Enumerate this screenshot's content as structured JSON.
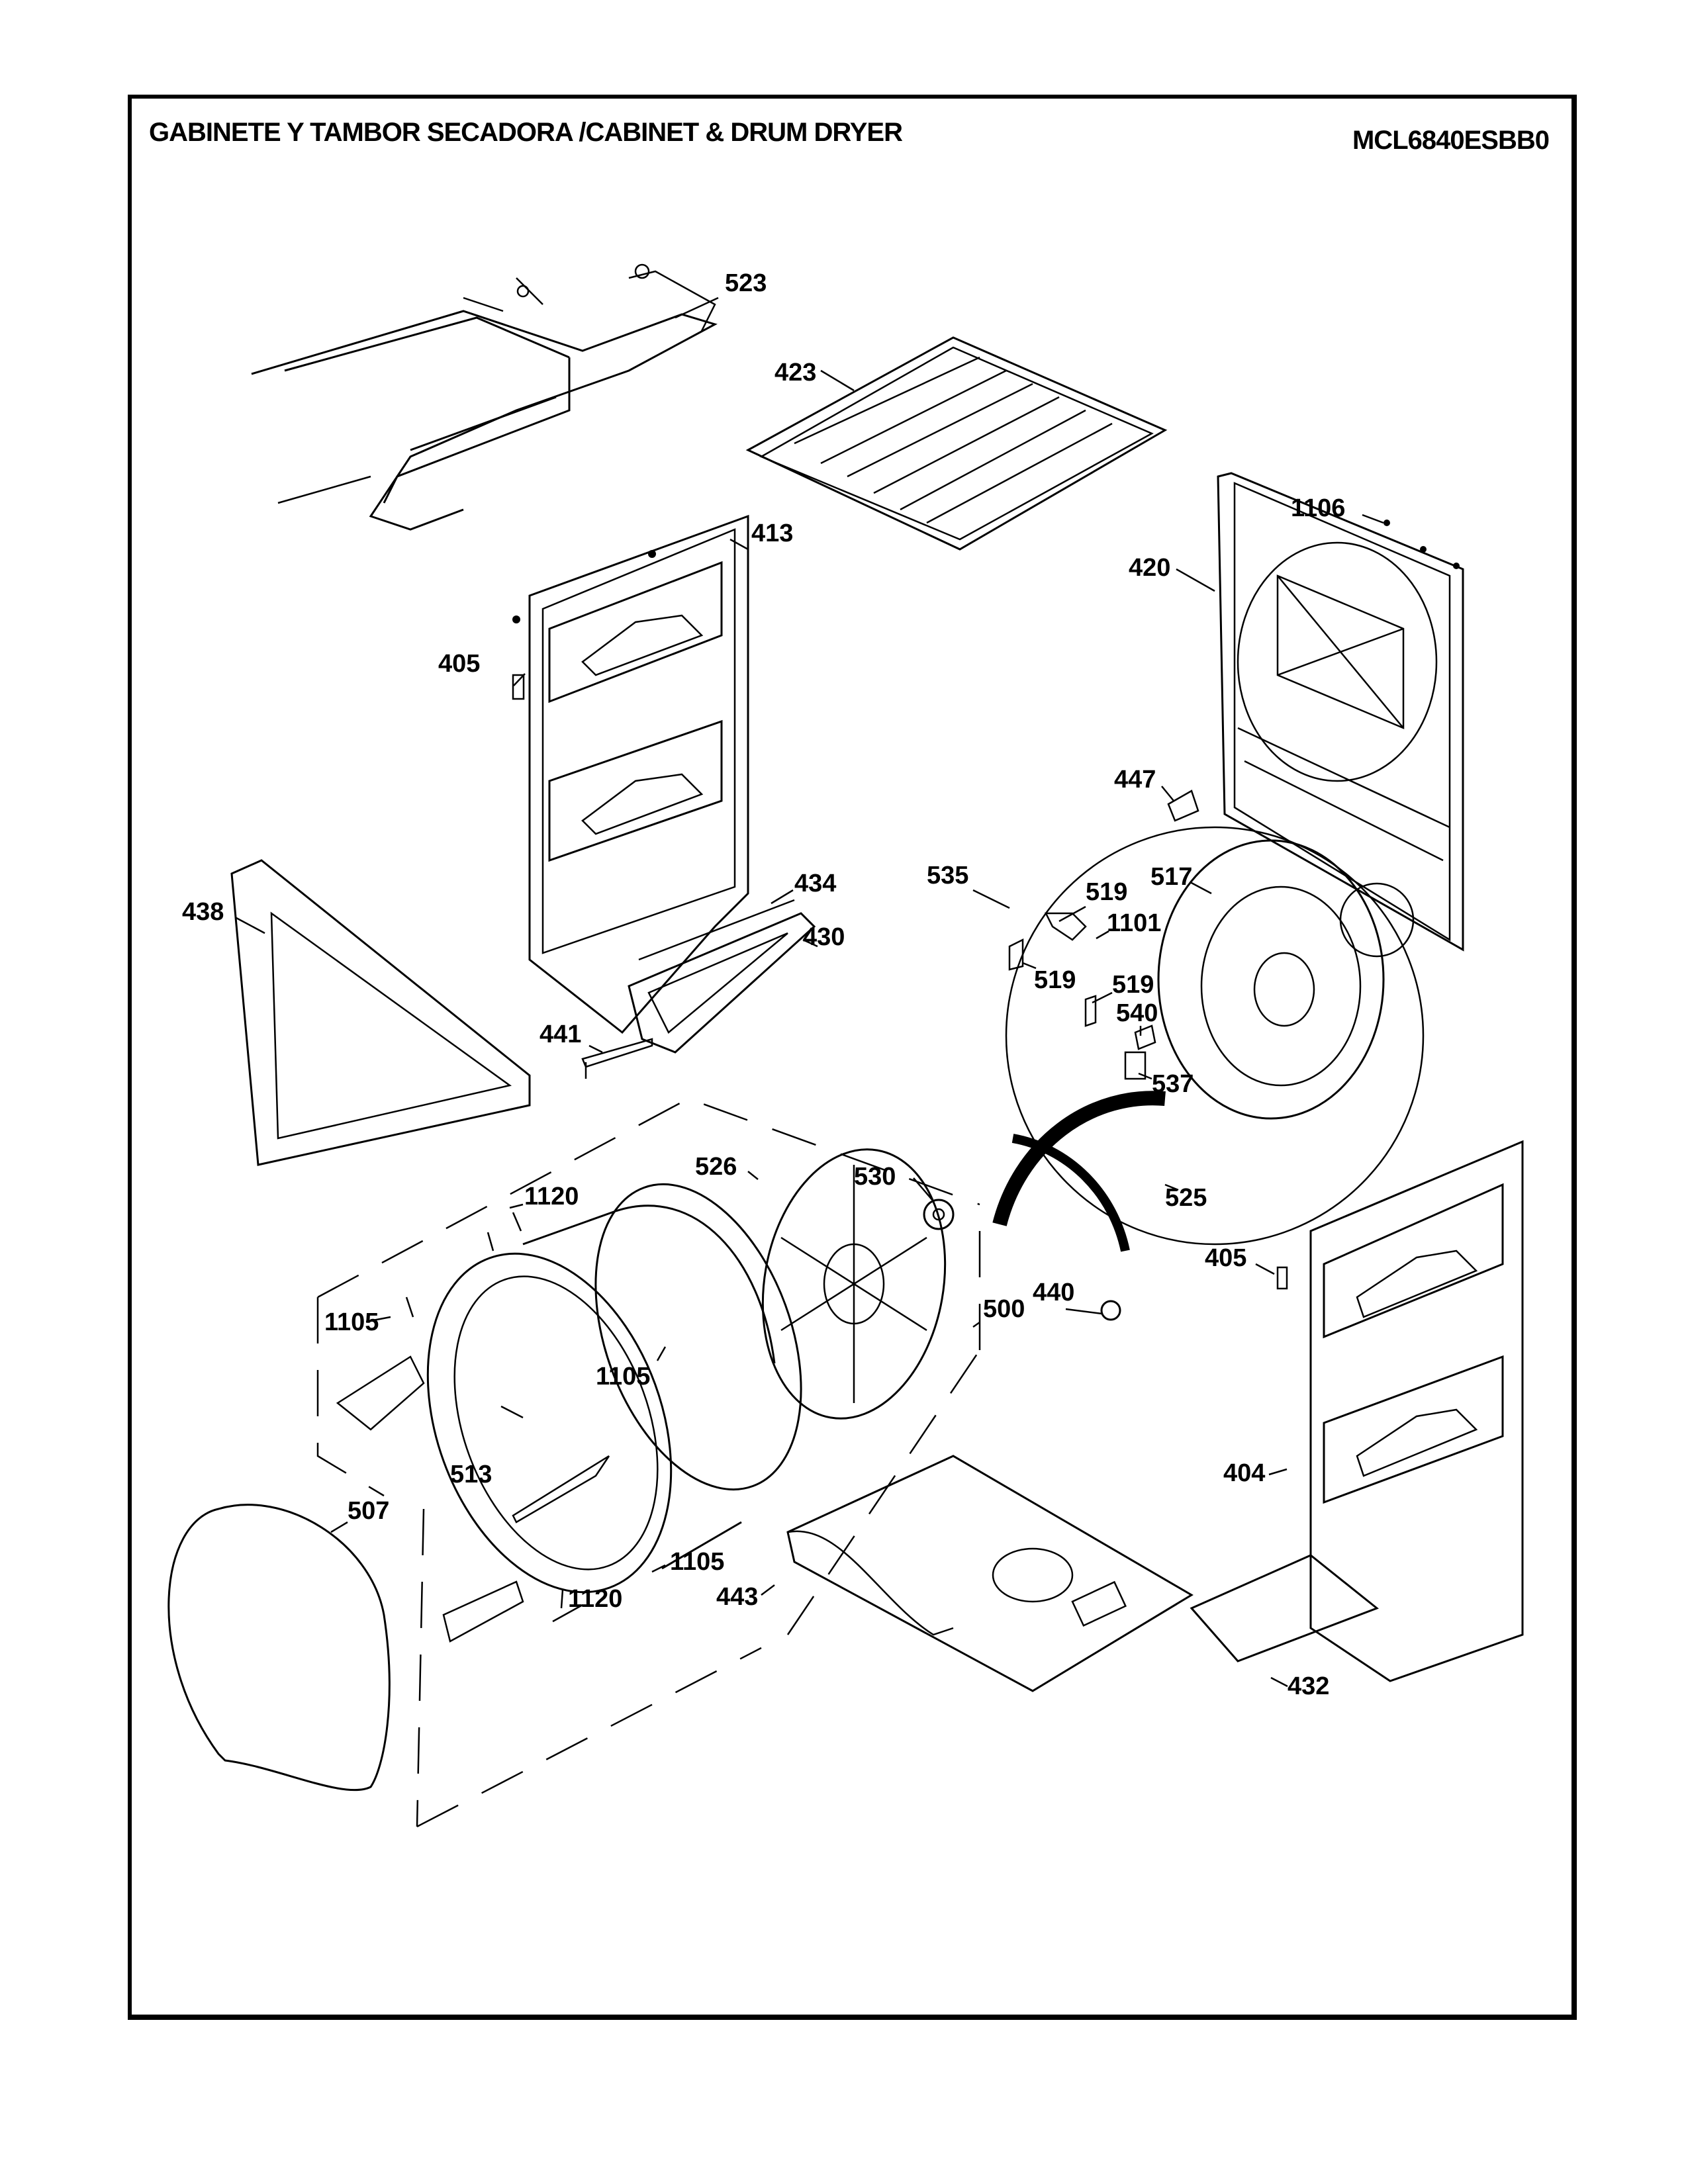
{
  "header": {
    "title": "GABINETE Y TAMBOR SECADORA /CABINET & DRUM  DRYER",
    "model": "MCL6840ESBB0"
  },
  "callouts": [
    {
      "id": "523",
      "label": "523"
    },
    {
      "id": "423",
      "label": "423"
    },
    {
      "id": "1106",
      "label": "1106"
    },
    {
      "id": "413",
      "label": "413"
    },
    {
      "id": "420",
      "label": "420"
    },
    {
      "id": "405a",
      "label": "405"
    },
    {
      "id": "447",
      "label": "447"
    },
    {
      "id": "535",
      "label": "535"
    },
    {
      "id": "519a",
      "label": "519"
    },
    {
      "id": "517",
      "label": "517"
    },
    {
      "id": "1101",
      "label": "1101"
    },
    {
      "id": "519b",
      "label": "519"
    },
    {
      "id": "519c",
      "label": "519"
    },
    {
      "id": "540",
      "label": "540"
    },
    {
      "id": "537",
      "label": "537"
    },
    {
      "id": "434",
      "label": "434"
    },
    {
      "id": "438",
      "label": "438"
    },
    {
      "id": "430",
      "label": "430"
    },
    {
      "id": "441",
      "label": "441"
    },
    {
      "id": "526",
      "label": "526"
    },
    {
      "id": "530",
      "label": "530"
    },
    {
      "id": "525",
      "label": "525"
    },
    {
      "id": "1120a",
      "label": "1120"
    },
    {
      "id": "405b",
      "label": "405"
    },
    {
      "id": "1105a",
      "label": "1105"
    },
    {
      "id": "440",
      "label": "440"
    },
    {
      "id": "500",
      "label": "500"
    },
    {
      "id": "1105b",
      "label": "1105"
    },
    {
      "id": "513",
      "label": "513"
    },
    {
      "id": "404",
      "label": "404"
    },
    {
      "id": "507",
      "label": "507"
    },
    {
      "id": "1105c",
      "label": "1105"
    },
    {
      "id": "443",
      "label": "443"
    },
    {
      "id": "1120b",
      "label": "1120"
    },
    {
      "id": "432",
      "label": "432"
    }
  ]
}
